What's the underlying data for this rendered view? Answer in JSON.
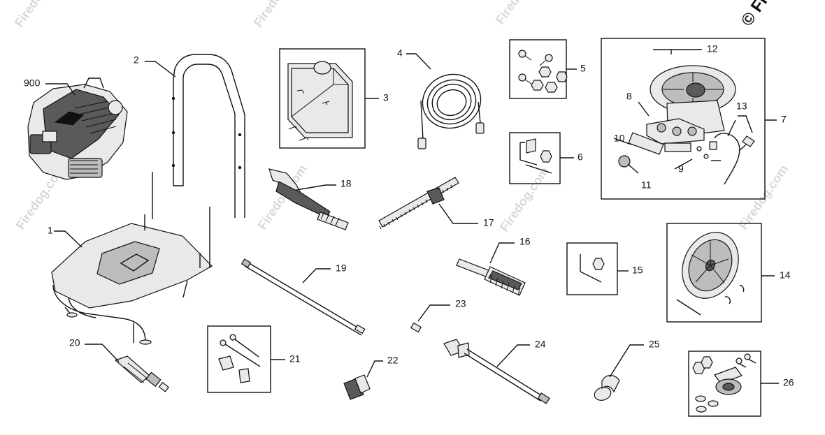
{
  "diagram": {
    "title": "",
    "copyright_fragment": "© Fi",
    "watermark_text": "Firedog.com",
    "parts": [
      {
        "id": "p900",
        "label": "900"
      },
      {
        "id": "p2",
        "label": "2"
      },
      {
        "id": "p3",
        "label": "3"
      },
      {
        "id": "p4",
        "label": "4"
      },
      {
        "id": "p5",
        "label": "5"
      },
      {
        "id": "p12",
        "label": "12"
      },
      {
        "id": "p8",
        "label": "8"
      },
      {
        "id": "p13",
        "label": "13"
      },
      {
        "id": "p7",
        "label": "7"
      },
      {
        "id": "p10",
        "label": "10"
      },
      {
        "id": "p9",
        "label": "9"
      },
      {
        "id": "p11",
        "label": "11"
      },
      {
        "id": "p6",
        "label": "6"
      },
      {
        "id": "p18",
        "label": "18"
      },
      {
        "id": "p1",
        "label": "1"
      },
      {
        "id": "p17",
        "label": "17"
      },
      {
        "id": "p16",
        "label": "16"
      },
      {
        "id": "p15",
        "label": "15"
      },
      {
        "id": "p14",
        "label": "14"
      },
      {
        "id": "p19",
        "label": "19"
      },
      {
        "id": "p23",
        "label": "23"
      },
      {
        "id": "p20",
        "label": "20"
      },
      {
        "id": "p21",
        "label": "21"
      },
      {
        "id": "p22",
        "label": "22"
      },
      {
        "id": "p24",
        "label": "24"
      },
      {
        "id": "p25",
        "label": "25"
      },
      {
        "id": "p26",
        "label": "26"
      }
    ]
  }
}
